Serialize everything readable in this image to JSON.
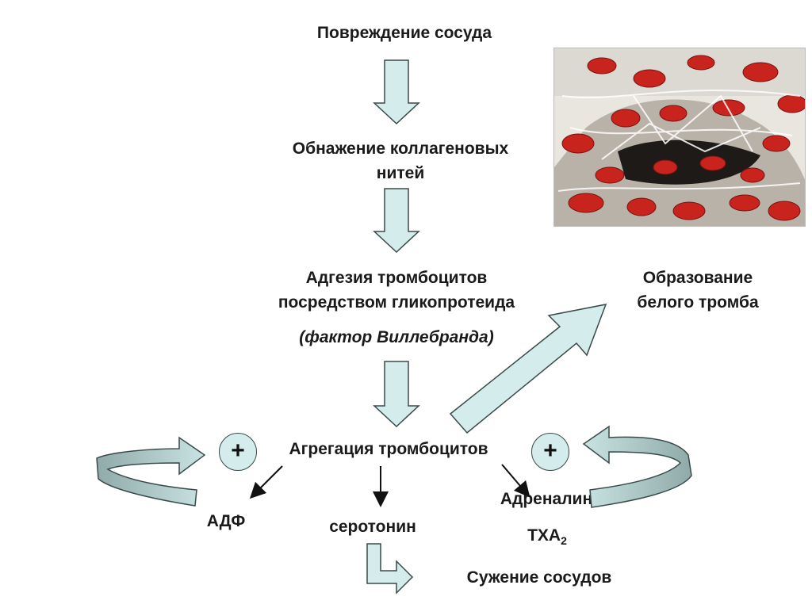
{
  "steps": {
    "vessel_damage": "Повреждение сосуда",
    "collagen_line1": "Обнажение коллагеновых",
    "collagen_line2": "нитей",
    "adhesion_line1": "Адгезия тромбоцитов",
    "adhesion_line2": "посредством гликопротеида",
    "adhesion_factor": "(фактор Виллебранда)",
    "aggregation": "Агрегация тромбоцитов",
    "white_thrombus_line1": "Образование",
    "white_thrombus_line2": "белого тромба"
  },
  "products": {
    "adp": "АДФ",
    "serotonin": "серотонин",
    "adrenaline": "Адреналин",
    "txa_base": "ТХА",
    "txa_sub": "2",
    "vasoconstriction": "Сужение сосудов"
  },
  "feedback": {
    "left_sign": "+",
    "right_sign": "+"
  },
  "colors": {
    "arrow_fill": "#d4eceb",
    "arrow_stroke": "#3a4a4a",
    "curve_fill_dark": "#8faaa8",
    "photo_red": "#c8231c"
  }
}
